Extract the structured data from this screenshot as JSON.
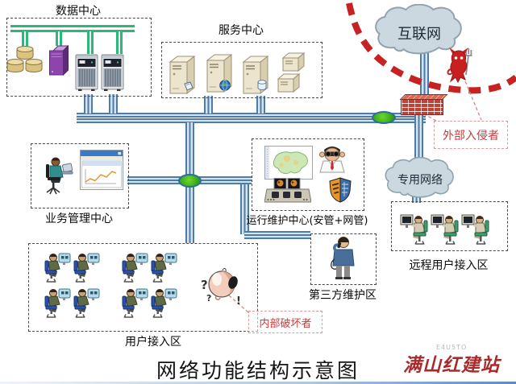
{
  "diagram_title": "网络功能结构示意图",
  "zones": {
    "data_center": {
      "label": "数据中心"
    },
    "service_center": {
      "label": "服务中心"
    },
    "business_mgmt": {
      "label": "业务管理中心"
    },
    "ops_center": {
      "label": "运行维护中心(安管+网管)"
    },
    "user_access": {
      "label": "用户接入区",
      "workstations": 8
    },
    "third_party": {
      "label": "第三方维护区"
    },
    "remote_user": {
      "label": "远程用户接入区",
      "workstations": 3
    }
  },
  "clouds": {
    "internet": {
      "label": "互联网"
    },
    "private_network": {
      "label": "专用网络"
    }
  },
  "threats": {
    "external_intruder": {
      "label": "外部入侵者",
      "icon": "devil-icon"
    },
    "internal_saboteur": {
      "label": "内部破坏者",
      "icon": "saboteur-face-icon",
      "marks": {
        "q1": "?",
        "q2": "?",
        "ex": "!"
      }
    }
  },
  "watermark": {
    "brand": "满山红建站",
    "code": "E4U5TO"
  },
  "icons": {
    "database-icon": "three tan cylinders",
    "purple-server-icon": "purple 3d tower",
    "server-tower-icon": "gray vented tower",
    "beige-server-icon": "beige 3d server",
    "stacked-boxes-icon": "stacked cubes server",
    "globe-icon": "blue globe accent",
    "disk-icon": "page/disk accent",
    "db-accent-icon": "small cylinder accent",
    "app-window-icon": "application window with chart",
    "operator-laptop-icon": "seated operator with laptop",
    "china-map-icon": "monitoring map",
    "binoculars-man-icon": "watchman with binoculars",
    "console-icon": "control console with two monitors",
    "shield-badge-icon": "tiger shield badge",
    "phone-engineer-icon": "standing engineer with phone",
    "workstation-user-icon": "seated user, blue chair, teal monitor",
    "remote-user-icon": "seated user, green chair, dark monitor",
    "devil-icon": "red devil with trident",
    "saboteur-face-icon": "puzzled cartoon face",
    "firewall-brick-icon": "red brick wall",
    "junction-node": "green ellipse on link"
  },
  "colors": {
    "pipe_blue": "#4d7ca9",
    "pipe_fill": "#d6e4f0",
    "lan_green": "#2db87a",
    "node_green": "#3fb820",
    "alert_red": "#c62222",
    "threat_text_red": "#cc3a3a",
    "cloud_fill": "#cbd8e0",
    "brick_red": "#c14234",
    "watermark_red": "#a92a2a"
  }
}
